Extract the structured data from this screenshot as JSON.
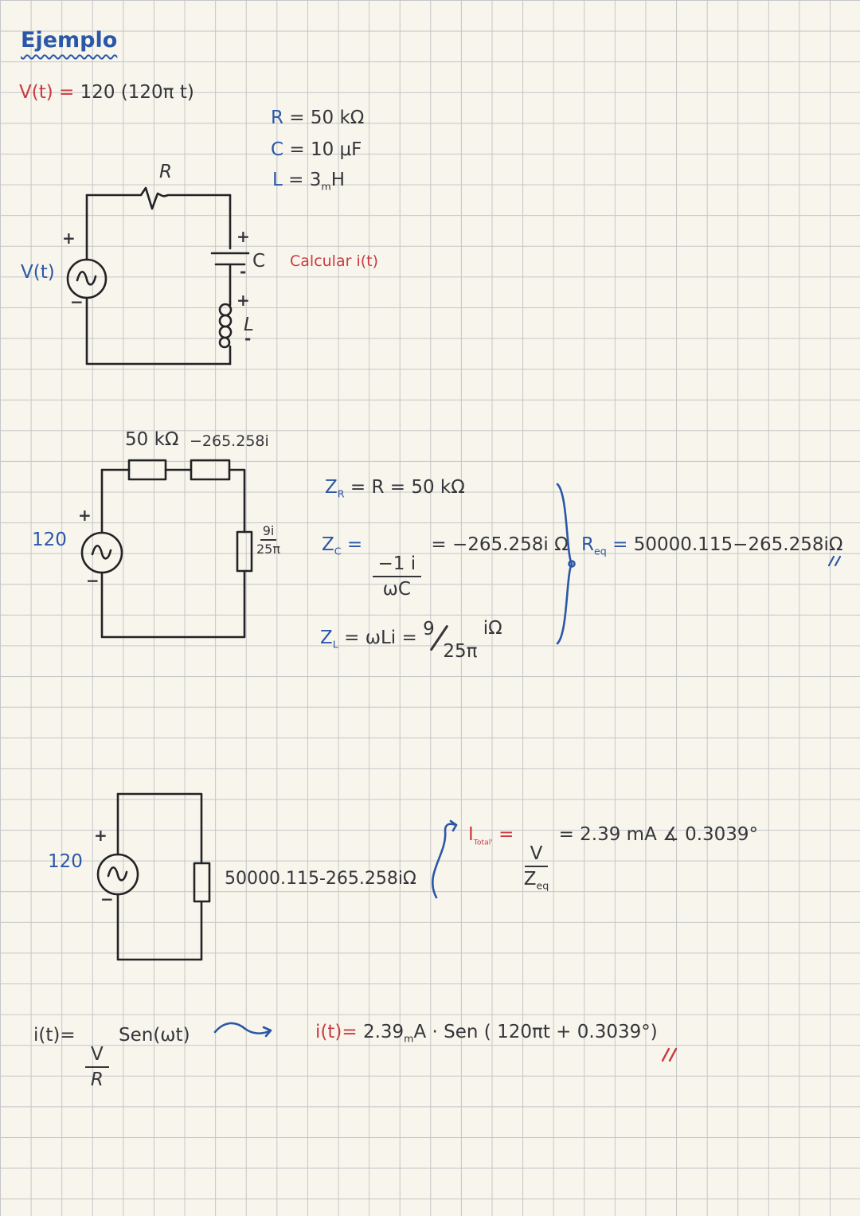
{
  "ink_colors": {
    "blue": "#2a57a7",
    "red": "#cb3a40",
    "black": "#34363b"
  },
  "signs": {
    "plus": "+",
    "minus": "−",
    "small_minus": "-"
  },
  "header": {
    "title": "Ejemplo"
  },
  "given": {
    "lhs": "V(t) =",
    "rhs": "120 (120π t)"
  },
  "params": {
    "r_sym": "R",
    "r_val": "= 50 kΩ",
    "c_sym": "C",
    "c_val": "= 10 μF",
    "l_sym": "L",
    "l_val_main": "= 3",
    "l_val_sub": "m",
    "l_val_unit": "H"
  },
  "task": {
    "label": "Calcular i(t)"
  },
  "circuit1": {
    "source_label": "V(t)",
    "resistor_label": "R",
    "capacitor_label": "C",
    "inductor_label": "L"
  },
  "circuit2": {
    "source_value": "120",
    "resistor_box_label": "50 kΩ",
    "capacitor_box_label": "−265.258i",
    "inductor_box_num": "9i",
    "inductor_box_den": "25π"
  },
  "impedances": {
    "zr_sym": "Z",
    "zr_sub": "R",
    "zr_rhs": "= R = 50 kΩ",
    "zc_sym": "Z",
    "zc_sub": "C",
    "zc_eq": "=",
    "zc_num": "−1 i",
    "zc_den": "ωC",
    "zc_rhs": "= −265.258i Ω",
    "zl_sym": "Z",
    "zl_sub": "L",
    "zl_mid": "= ωLi =",
    "zl_num": "9",
    "zl_den": "25π",
    "zl_unit": "iΩ",
    "req_sym": "R",
    "req_sub": "eq",
    "req_eq": "=",
    "req_rhs": "50000.115−265.258iΩ"
  },
  "circuit3": {
    "source_value": "120",
    "impedance_label": "50000.115-265.258iΩ"
  },
  "i_total": {
    "sym": "I",
    "sub": "Total'",
    "eq": "=",
    "num": "V",
    "den_sym": "Z",
    "den_sub": "eq",
    "result": "= 2.39 mA ∡ 0.3039°"
  },
  "final": {
    "generic_lhs": "i(t)=",
    "generic_num": "V",
    "generic_den": "R",
    "generic_fn": "Sen(ωt)",
    "result_lhs": "i(t)=",
    "result_a": "2.39",
    "result_a_sub": "m",
    "result_b": "A · Sen ( 120πt + 0.3039°)"
  }
}
